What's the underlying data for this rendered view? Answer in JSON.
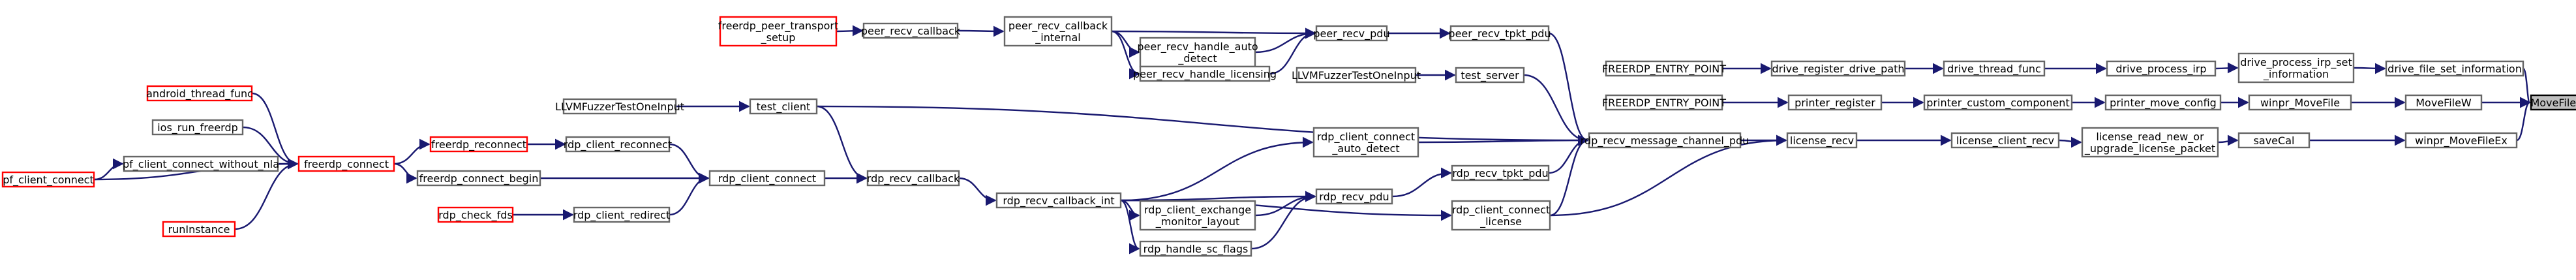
{
  "graph": {
    "title": "",
    "accent_colors": {
      "edge": "#191970",
      "missing_node_border": "#ff0000",
      "root_fill": "#bfbfbf",
      "node_border": "#666666"
    },
    "nodes": [
      {
        "id": "MoveFileExW",
        "lines": [
          "MoveFileExW"
        ],
        "red": false,
        "root": true
      },
      {
        "id": "drive_file_set_information",
        "lines": [
          "drive_file_set_information"
        ],
        "red": false
      },
      {
        "id": "MoveFileW",
        "lines": [
          "MoveFileW"
        ],
        "red": false
      },
      {
        "id": "winpr_MoveFileEx",
        "lines": [
          "winpr_MoveFileEx"
        ],
        "red": false
      },
      {
        "id": "drive_process_irp_set_information",
        "lines": [
          "drive_process_irp_set",
          "_information"
        ],
        "red": false
      },
      {
        "id": "winpr_MoveFile",
        "lines": [
          "winpr_MoveFile"
        ],
        "red": false
      },
      {
        "id": "saveCal",
        "lines": [
          "saveCal"
        ],
        "red": false
      },
      {
        "id": "drive_process_irp",
        "lines": [
          "drive_process_irp"
        ],
        "red": false
      },
      {
        "id": "printer_move_config",
        "lines": [
          "printer_move_config"
        ],
        "red": false
      },
      {
        "id": "license_read_new_or_upgrade_license_packet",
        "lines": [
          "license_read_new_or",
          "_upgrade_license_packet"
        ],
        "red": false
      },
      {
        "id": "drive_thread_func",
        "lines": [
          "drive_thread_func"
        ],
        "red": false
      },
      {
        "id": "printer_custom_component",
        "lines": [
          "printer_custom_component"
        ],
        "red": false
      },
      {
        "id": "license_client_recv",
        "lines": [
          "license_client_recv"
        ],
        "red": false
      },
      {
        "id": "drive_register_drive_path",
        "lines": [
          "drive_register_drive_path"
        ],
        "red": false
      },
      {
        "id": "printer_register",
        "lines": [
          "printer_register"
        ],
        "red": false
      },
      {
        "id": "license_recv",
        "lines": [
          "license_recv"
        ],
        "red": false
      },
      {
        "id": "FREERDP_ENTRY_POINT_1",
        "lines": [
          "FREERDP_ENTRY_POINT"
        ],
        "red": false
      },
      {
        "id": "FREERDP_ENTRY_POINT_2",
        "lines": [
          "FREERDP_ENTRY_POINT"
        ],
        "red": false
      },
      {
        "id": "rdp_recv_message_channel_pdu",
        "lines": [
          "rdp_recv_message_channel_pdu"
        ],
        "red": false
      },
      {
        "id": "peer_recv_tpkt_pdu",
        "lines": [
          "peer_recv_tpkt_pdu"
        ],
        "red": false
      },
      {
        "id": "test_server",
        "lines": [
          "test_server"
        ],
        "red": false
      },
      {
        "id": "rdp_client_connect_auto_detect",
        "lines": [
          "rdp_client_connect",
          "_auto_detect"
        ],
        "red": false
      },
      {
        "id": "rdp_recv_tpkt_pdu",
        "lines": [
          "rdp_recv_tpkt_pdu"
        ],
        "red": false
      },
      {
        "id": "rdp_client_connect_license",
        "lines": [
          "rdp_client_connect",
          "_license"
        ],
        "red": false
      },
      {
        "id": "peer_recv_pdu",
        "lines": [
          "peer_recv_pdu"
        ],
        "red": false
      },
      {
        "id": "LLVMFuzzerTestOneInput_1",
        "lines": [
          "LLVMFuzzerTestOneInput"
        ],
        "red": false
      },
      {
        "id": "rdp_recv_pdu",
        "lines": [
          "rdp_recv_pdu"
        ],
        "red": false
      },
      {
        "id": "peer_recv_callback_internal",
        "lines": [
          "peer_recv_callback",
          "_internal"
        ],
        "red": false
      },
      {
        "id": "peer_recv_handle_auto_detect",
        "lines": [
          "peer_recv_handle_auto",
          "_detect"
        ],
        "red": false
      },
      {
        "id": "peer_recv_handle_licensing",
        "lines": [
          "peer_recv_handle_licensing"
        ],
        "red": false
      },
      {
        "id": "rdp_recv_callback_int",
        "lines": [
          "rdp_recv_callback_int"
        ],
        "red": false
      },
      {
        "id": "rdp_client_exchange_monitor_layout",
        "lines": [
          "rdp_client_exchange",
          "_monitor_layout"
        ],
        "red": false
      },
      {
        "id": "rdp_handle_sc_flags",
        "lines": [
          "rdp_handle_sc_flags"
        ],
        "red": false
      },
      {
        "id": "peer_recv_callback",
        "lines": [
          "peer_recv_callback"
        ],
        "red": false
      },
      {
        "id": "freerdp_peer_transport_setup",
        "lines": [
          "freerdp_peer_transport",
          "_setup"
        ],
        "red": true
      },
      {
        "id": "rdp_recv_callback",
        "lines": [
          "rdp_recv_callback"
        ],
        "red": false
      },
      {
        "id": "test_client",
        "lines": [
          "test_client"
        ],
        "red": false
      },
      {
        "id": "rdp_client_connect",
        "lines": [
          "rdp_client_connect"
        ],
        "red": false
      },
      {
        "id": "LLVMFuzzerTestOneInput_2",
        "lines": [
          "LLVMFuzzerTestOneInput"
        ],
        "red": false
      },
      {
        "id": "rdp_client_reconnect",
        "lines": [
          "rdp_client_reconnect"
        ],
        "red": false
      },
      {
        "id": "freerdp_connect_begin",
        "lines": [
          "freerdp_connect_begin"
        ],
        "red": false
      },
      {
        "id": "rdp_client_redirect",
        "lines": [
          "rdp_client_redirect"
        ],
        "red": false
      },
      {
        "id": "freerdp_reconnect",
        "lines": [
          "freerdp_reconnect"
        ],
        "red": true
      },
      {
        "id": "rdp_check_fds",
        "lines": [
          "rdp_check_fds"
        ],
        "red": true
      },
      {
        "id": "freerdp_connect",
        "lines": [
          "freerdp_connect"
        ],
        "red": true
      },
      {
        "id": "android_thread_func",
        "lines": [
          "android_thread_func"
        ],
        "red": true
      },
      {
        "id": "ios_run_freerdp",
        "lines": [
          "ios_run_freerdp"
        ],
        "red": false
      },
      {
        "id": "pf_client_connect_without_nla",
        "lines": [
          "pf_client_connect_without_nla"
        ],
        "red": false
      },
      {
        "id": "runInstance",
        "lines": [
          "runInstance"
        ],
        "red": true
      },
      {
        "id": "pf_client_connect",
        "lines": [
          "pf_client_connect"
        ],
        "red": true
      }
    ],
    "edges": [
      [
        "drive_file_set_information",
        "MoveFileExW"
      ],
      [
        "MoveFileW",
        "MoveFileExW"
      ],
      [
        "winpr_MoveFileEx",
        "MoveFileExW"
      ],
      [
        "drive_process_irp_set_information",
        "drive_file_set_information"
      ],
      [
        "winpr_MoveFile",
        "MoveFileW"
      ],
      [
        "saveCal",
        "winpr_MoveFileEx"
      ],
      [
        "drive_process_irp",
        "drive_process_irp_set_information"
      ],
      [
        "printer_move_config",
        "winpr_MoveFile"
      ],
      [
        "license_read_new_or_upgrade_license_packet",
        "saveCal"
      ],
      [
        "drive_thread_func",
        "drive_process_irp"
      ],
      [
        "printer_custom_component",
        "printer_move_config"
      ],
      [
        "license_client_recv",
        "license_read_new_or_upgrade_license_packet"
      ],
      [
        "drive_register_drive_path",
        "drive_thread_func"
      ],
      [
        "printer_register",
        "printer_custom_component"
      ],
      [
        "license_recv",
        "license_client_recv"
      ],
      [
        "FREERDP_ENTRY_POINT_1",
        "drive_register_drive_path"
      ],
      [
        "FREERDP_ENTRY_POINT_2",
        "printer_register"
      ],
      [
        "rdp_recv_message_channel_pdu",
        "license_recv"
      ],
      [
        "rdp_client_connect_license",
        "license_recv"
      ],
      [
        "peer_recv_tpkt_pdu",
        "rdp_recv_message_channel_pdu"
      ],
      [
        "test_server",
        "rdp_recv_message_channel_pdu"
      ],
      [
        "test_client",
        "rdp_recv_message_channel_pdu"
      ],
      [
        "rdp_client_connect_auto_detect",
        "rdp_recv_message_channel_pdu"
      ],
      [
        "rdp_recv_tpkt_pdu",
        "rdp_recv_message_channel_pdu"
      ],
      [
        "rdp_client_connect_license",
        "rdp_recv_message_channel_pdu"
      ],
      [
        "peer_recv_pdu",
        "peer_recv_tpkt_pdu"
      ],
      [
        "LLVMFuzzerTestOneInput_1",
        "test_server"
      ],
      [
        "rdp_recv_pdu",
        "rdp_recv_tpkt_pdu"
      ],
      [
        "peer_recv_callback_internal",
        "peer_recv_pdu"
      ],
      [
        "peer_recv_handle_auto_detect",
        "peer_recv_pdu"
      ],
      [
        "peer_recv_handle_licensing",
        "peer_recv_pdu"
      ],
      [
        "rdp_recv_callback_int",
        "rdp_recv_pdu"
      ],
      [
        "rdp_client_exchange_monitor_layout",
        "rdp_recv_pdu"
      ],
      [
        "rdp_handle_sc_flags",
        "rdp_recv_pdu"
      ],
      [
        "rdp_recv_callback_int",
        "rdp_client_connect_auto_detect"
      ],
      [
        "rdp_recv_callback_int",
        "rdp_client_connect_license"
      ],
      [
        "rdp_recv_callback_int",
        "rdp_client_exchange_monitor_layout"
      ],
      [
        "rdp_recv_callback_int",
        "rdp_handle_sc_flags"
      ],
      [
        "peer_recv_callback_internal",
        "peer_recv_handle_auto_detect"
      ],
      [
        "peer_recv_callback_internal",
        "peer_recv_handle_licensing"
      ],
      [
        "peer_recv_callback",
        "peer_recv_callback_internal"
      ],
      [
        "freerdp_peer_transport_setup",
        "peer_recv_callback"
      ],
      [
        "rdp_recv_callback",
        "rdp_recv_callback_int"
      ],
      [
        "test_client",
        "rdp_recv_callback"
      ],
      [
        "rdp_client_connect",
        "rdp_recv_callback"
      ],
      [
        "LLVMFuzzerTestOneInput_2",
        "test_client"
      ],
      [
        "rdp_client_reconnect",
        "rdp_client_connect"
      ],
      [
        "freerdp_connect_begin",
        "rdp_client_connect"
      ],
      [
        "rdp_client_redirect",
        "rdp_client_connect"
      ],
      [
        "freerdp_reconnect",
        "rdp_client_reconnect"
      ],
      [
        "rdp_check_fds",
        "rdp_client_redirect"
      ],
      [
        "freerdp_connect",
        "freerdp_reconnect"
      ],
      [
        "freerdp_connect",
        "freerdp_connect_begin"
      ],
      [
        "android_thread_func",
        "freerdp_connect"
      ],
      [
        "ios_run_freerdp",
        "freerdp_connect"
      ],
      [
        "pf_client_connect_without_nla",
        "freerdp_connect"
      ],
      [
        "runInstance",
        "freerdp_connect"
      ],
      [
        "pf_client_connect",
        "freerdp_connect"
      ],
      [
        "pf_client_connect",
        "pf_client_connect_without_nla"
      ]
    ]
  }
}
